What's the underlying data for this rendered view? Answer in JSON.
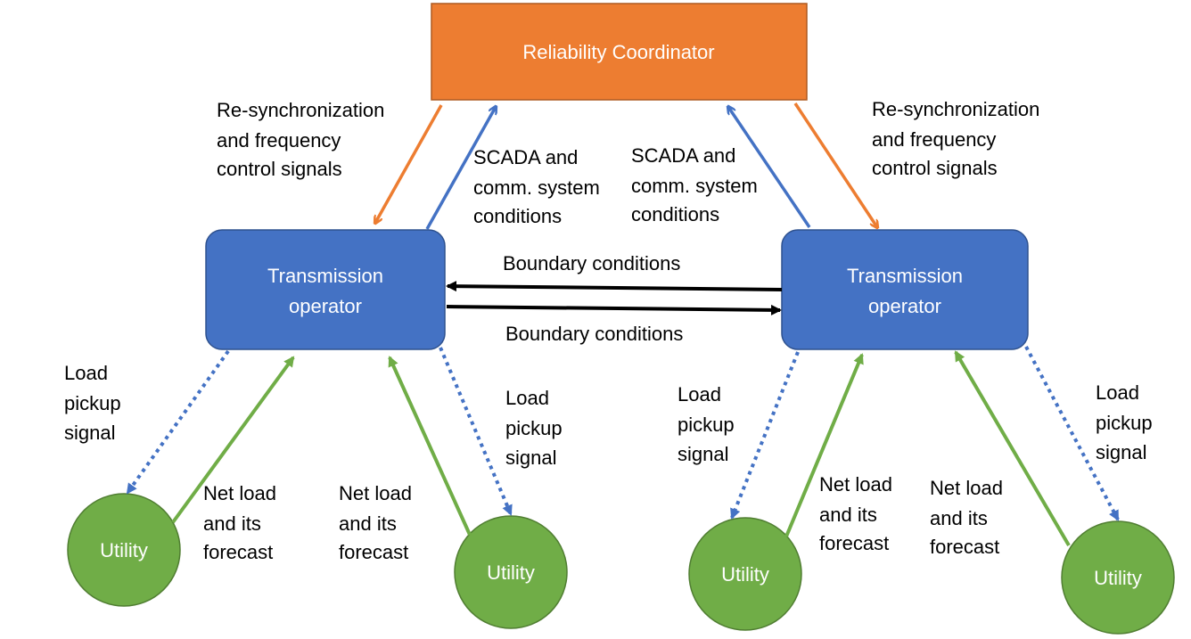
{
  "diagram": {
    "coordinator": {
      "label": "Reliability Coordinator",
      "color": "#ED7D31",
      "border": "#AE5A21"
    },
    "operators": [
      {
        "line1": "Transmission",
        "line2": "operator"
      },
      {
        "line1": "Transmission",
        "line2": "operator"
      }
    ],
    "operator_color": "#4472C4",
    "operator_border": "#2F528F",
    "utilities": [
      "Utility",
      "Utility",
      "Utility",
      "Utility"
    ],
    "utility_color": "#70AD47",
    "utility_border": "#507E32",
    "labels": {
      "resync_left": [
        "Re-synchronization",
        "and frequency",
        "control signals"
      ],
      "resync_right": [
        "Re-synchronization",
        "and frequency",
        "control signals"
      ],
      "scada_left": [
        "SCADA and",
        "comm. system",
        "conditions"
      ],
      "scada_right": [
        "SCADA and",
        "comm. system",
        "conditions"
      ],
      "boundary_top": "Boundary conditions",
      "boundary_bottom": "Boundary conditions",
      "load_pickup_1": [
        "Load",
        "pickup",
        "signal"
      ],
      "load_pickup_2": [
        "Load",
        "pickup",
        "signal"
      ],
      "load_pickup_3": [
        "Load",
        "pickup",
        "signal"
      ],
      "load_pickup_4": [
        "Load",
        "pickup",
        "signal"
      ],
      "net_load_1": [
        "Net load",
        "and its",
        "forecast"
      ],
      "net_load_2": [
        "Net load",
        "and its",
        "forecast"
      ],
      "net_load_3": [
        "Net load",
        "and its",
        "forecast"
      ],
      "net_load_4": [
        "Net load",
        "and its",
        "forecast"
      ]
    },
    "arrow_colors": {
      "orange": "#ED7D31",
      "blue": "#4472C4",
      "black": "#000000",
      "green": "#70AD47"
    }
  }
}
